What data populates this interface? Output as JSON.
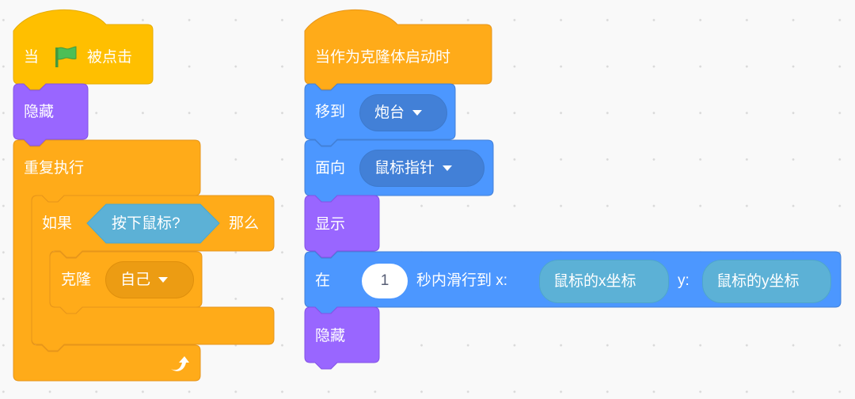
{
  "colors": {
    "events": "#ffbf00",
    "control": "#ffab19",
    "looks": "#9966ff",
    "motion": "#4c97ff",
    "sensing": "#5cb1d6",
    "flag": "#4cbf56",
    "background": "#f9f9f9"
  },
  "script_left": {
    "hat": {
      "prefix": "当",
      "icon": "green-flag-icon",
      "suffix": "被点击"
    },
    "hide_1": {
      "label": "隐藏"
    },
    "forever": {
      "label": "重复执行",
      "icon": "loop-arrow-icon"
    },
    "if_block": {
      "label_if": "如果",
      "condition": "按下鼠标?",
      "label_then": "那么"
    },
    "clone": {
      "label": "克隆",
      "dropdown_value": "自己"
    }
  },
  "script_right": {
    "hat": {
      "label": "当作为克隆体启动时"
    },
    "goto": {
      "label": "移到",
      "dropdown_value": "炮台"
    },
    "point": {
      "label": "面向",
      "dropdown_value": "鼠标指针"
    },
    "show": {
      "label": "显示"
    },
    "glide": {
      "label_in": "在",
      "seconds_value": "1",
      "label_mid": "秒内滑行到 x:",
      "x_reporter": "鼠标的x坐标",
      "label_y": "y:",
      "y_reporter": "鼠标的y坐标"
    },
    "hide_2": {
      "label": "隐藏"
    }
  }
}
